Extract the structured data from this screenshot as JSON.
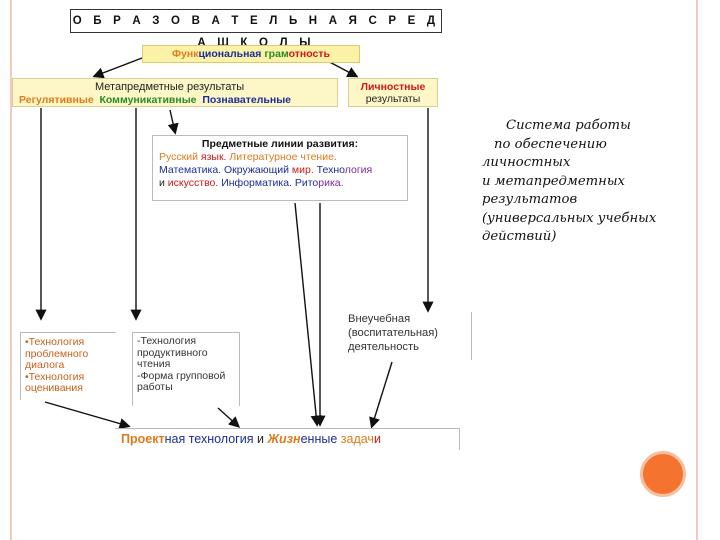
{
  "title": "О Б Р А З О В А Т Е Л Ь Н А Я     С Р Е Д А     Ш К О Л Ы",
  "functional_literacy": {
    "p1": "Функ",
    "p2": "циональная ",
    "p3": "грам",
    "p4": "отность"
  },
  "meta": {
    "title": "Метапредметные результаты",
    "regulative": "Регулятивные",
    "communicative": "Коммуникативные",
    "cognitive": "Познавательные"
  },
  "personal": {
    "line1": "Личностные",
    "line2": "результаты"
  },
  "subject": {
    "title": "Предметные линии развития:",
    "russian": "Русский ",
    "language": "язык. ",
    "literary": "Литературное ",
    "reading": "чтение.",
    "math": "Математика. ",
    "world1": "Окружающий ",
    "world2": "мир. ",
    "tech1": "Техно",
    "tech2": "логия",
    "and": "и ",
    "art": "искусство",
    "informatics": ". Информатика. ",
    "rhetoric1": "Рито",
    "rhetoric2": "рика."
  },
  "extracurricular": {
    "line1": "Внеучебная",
    "line2": "(воспитательная)",
    "line3": "деятельность"
  },
  "tech_left": {
    "l1": "•Технология",
    "l2": "проблемного",
    "l3": "диалога",
    "l4": "•Технология",
    "l5": "оценивания"
  },
  "tech_mid": {
    "l1": "-Технология",
    "l2": "продуктивного",
    "l3": "чтения",
    "l4": "-Форма групповой",
    "l5": "работы"
  },
  "project": {
    "p1": "Проект",
    "p2": "ная ",
    "p3": "технология",
    "p4": " и ",
    "p5": "Жизн",
    "p6": "енные ",
    "p7": "задач",
    "p8": "и"
  },
  "side_text": {
    "l1": "Система работы",
    "l2": "по обеспечению",
    "l3": "личностных",
    "l4": "и метапредметных",
    "l5": "результатов",
    "l6": "(универсальных учебных",
    "l7": "действий)"
  },
  "colors": {
    "accent_circle": "#f4742f",
    "frame": "#f2c9c0",
    "box_fill": "#fdf7c8"
  }
}
